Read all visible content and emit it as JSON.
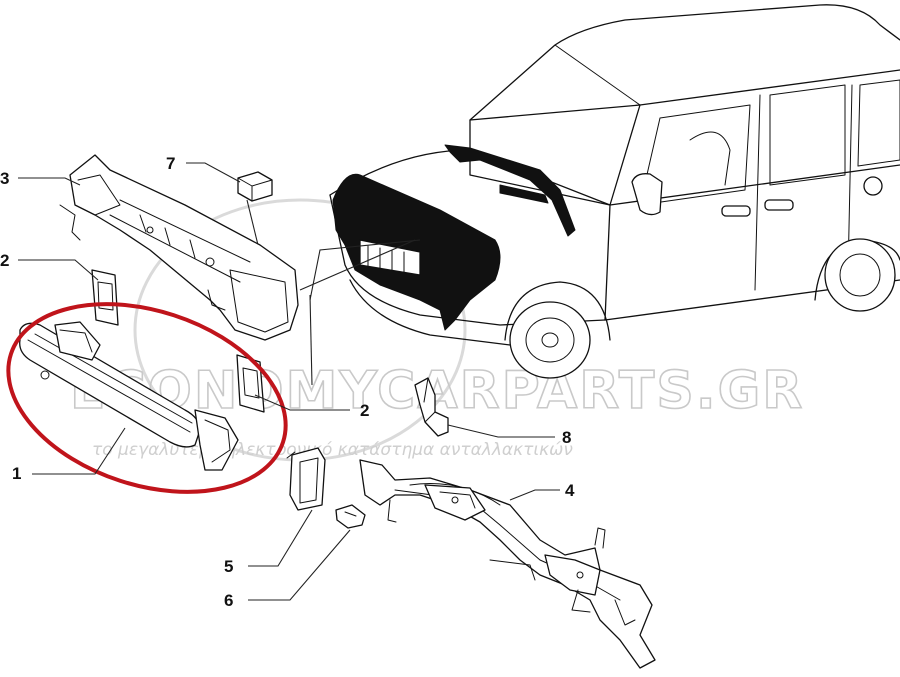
{
  "watermark": {
    "brand": "ECONOMYCARPARTS.GR",
    "tagline": "το μεγαλύτερο ηλεκτρονικό κατάστημα ανταλλακτικών"
  },
  "callouts": {
    "c1": "1",
    "c2a": "2",
    "c2b": "2",
    "c3": "3",
    "c4": "4",
    "c5": "5",
    "c6": "6",
    "c7": "7",
    "c8": "8"
  },
  "colors": {
    "highlight": "#c0141b",
    "line": "#111111",
    "watermark": "#c9c9c9"
  }
}
